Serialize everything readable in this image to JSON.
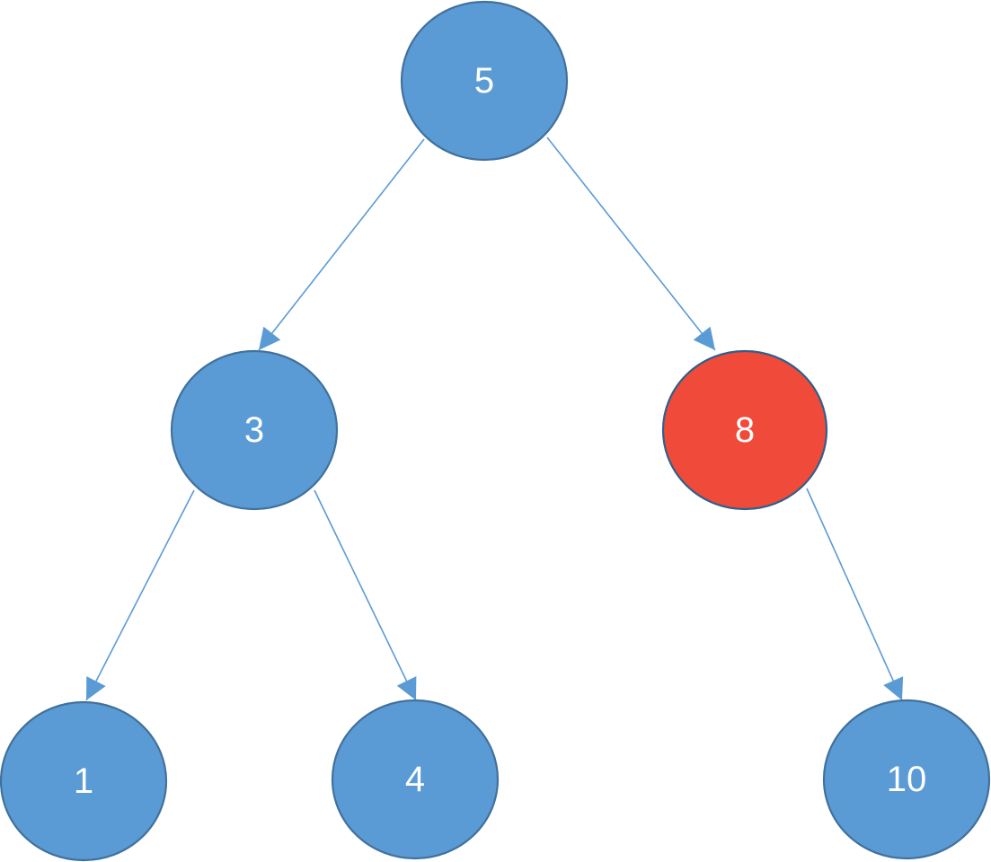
{
  "colors": {
    "node_fill": "#5b9bd5",
    "node_stroke": "#41719c",
    "highlight_fill": "#f04b3a",
    "highlight_stroke": "#2f5f8a",
    "edge": "#5b9bd5",
    "label": "#ffffff"
  },
  "tree": {
    "nodes": [
      {
        "id": "n5",
        "label": "5",
        "highlighted": false
      },
      {
        "id": "n3",
        "label": "3",
        "highlighted": false
      },
      {
        "id": "n8",
        "label": "8",
        "highlighted": true
      },
      {
        "id": "n1",
        "label": "1",
        "highlighted": false
      },
      {
        "id": "n4",
        "label": "4",
        "highlighted": false
      },
      {
        "id": "n10",
        "label": "10",
        "highlighted": false
      }
    ],
    "edges": [
      {
        "from": "n5",
        "to": "n3"
      },
      {
        "from": "n5",
        "to": "n8"
      },
      {
        "from": "n3",
        "to": "n1"
      },
      {
        "from": "n3",
        "to": "n4"
      },
      {
        "from": "n8",
        "to": "n10"
      }
    ]
  }
}
